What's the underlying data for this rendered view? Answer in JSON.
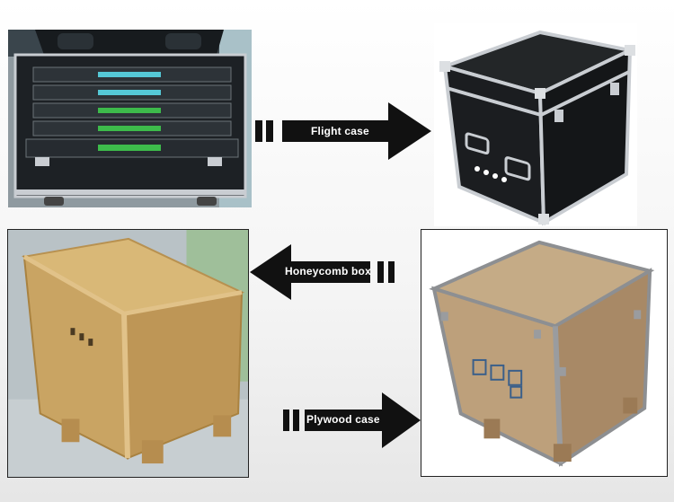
{
  "arrows": {
    "flight_case": {
      "label": "Flight case"
    },
    "honeycomb_box": {
      "label": "Honeycomb box"
    },
    "plywood_case": {
      "label": "Plywood case"
    }
  },
  "colors": {
    "arrow": "#111111",
    "label_text": "#ffffff",
    "flight_case_body": "#1c1c1c",
    "aluminum_trim": "#c9cdd2",
    "cardboard": "#d2ad6e",
    "plywood": "#b99b78",
    "drawer_green": "#3dbb4b",
    "drawer_cyan": "#55c8d6"
  }
}
